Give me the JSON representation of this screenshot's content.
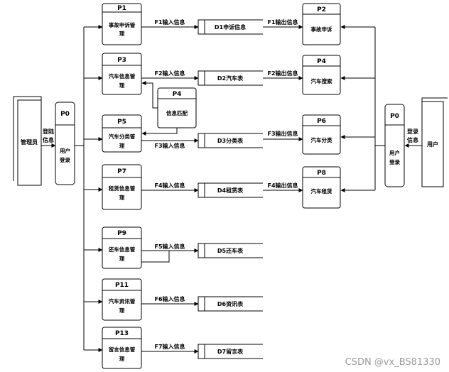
{
  "actors": {
    "admin": "管理员",
    "user": "用户"
  },
  "login": {
    "left": {
      "id": "P0",
      "name": [
        "用户",
        "登录"
      ],
      "flow": [
        "登陆",
        "信息"
      ]
    },
    "right": {
      "id": "P0",
      "name": [
        "用户",
        "登录"
      ],
      "flow": [
        "登录",
        "信息"
      ]
    }
  },
  "processes": [
    {
      "id": "P1",
      "name": [
        "事故申诉管",
        "理"
      ]
    },
    {
      "id": "P3",
      "name": [
        "汽车信息管",
        "理"
      ]
    },
    {
      "id": "P5",
      "name": [
        "汽车分类管",
        "理"
      ]
    },
    {
      "id": "P7",
      "name": [
        "租赁信息管",
        "理"
      ]
    },
    {
      "id": "P9",
      "name": [
        "还车信息管",
        "理"
      ]
    },
    {
      "id": "P11",
      "name": [
        "汽车资讯管",
        "理"
      ]
    },
    {
      "id": "P13",
      "name": [
        "留言信息管",
        "理"
      ]
    }
  ],
  "match_process": {
    "id": "P4",
    "name": "信息匹配"
  },
  "stores": [
    {
      "name": "D1申诉信息",
      "in": "F1输入信息",
      "out": "F1输出信息"
    },
    {
      "name": "D2汽车表",
      "in": "F2输入信息",
      "out": "F2输出信息"
    },
    {
      "name": "D3分类表",
      "in": "F3输入信息",
      "out": "F3输出信息"
    },
    {
      "name": "D4租赁表",
      "in": "F4输入信息",
      "out": "F4输出信息"
    },
    {
      "name": "D5还车表",
      "in": "F5输入信息"
    },
    {
      "name": "D6资讯表",
      "in": "F6输入信息"
    },
    {
      "name": "D7留言表",
      "in": "F7输入信息"
    }
  ],
  "user_processes": [
    {
      "id": "P2",
      "name": "事故申诉"
    },
    {
      "id": "P4",
      "name": "汽车搜索"
    },
    {
      "id": "P6",
      "name": "汽车分类"
    },
    {
      "id": "P8",
      "name": "汽车租赁"
    }
  ],
  "watermark": "CSDN @vx_BS81330"
}
